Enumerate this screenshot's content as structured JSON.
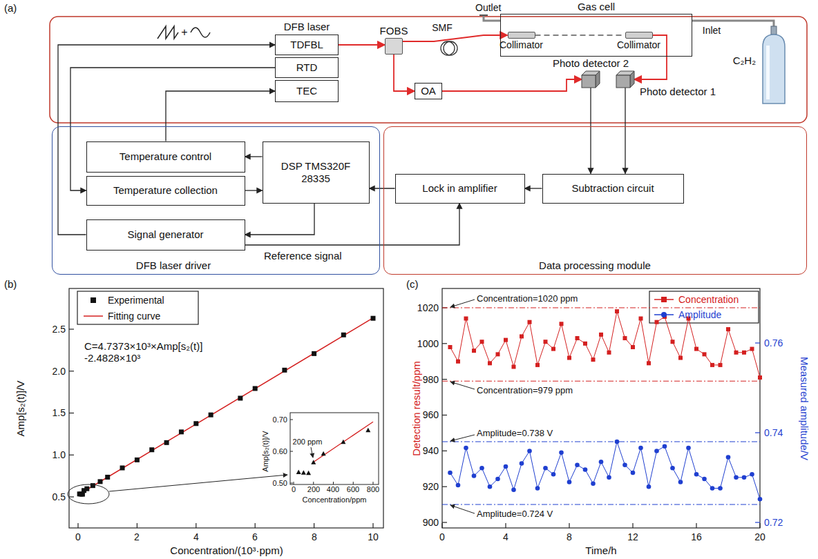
{
  "diagram": {
    "nodes": [
      {
        "text": [
          "DFB laser"
        ]
      },
      {
        "text": [
          "TDFBL"
        ],
        "in": 0
      },
      {
        "text": [
          "RTD"
        ],
        "in": 0
      },
      {
        "text": [
          "TEC"
        ],
        "in": 0
      },
      {
        "text": [
          "FOBS"
        ]
      },
      {
        "text": [
          "OA"
        ]
      },
      {
        "text": [
          "Gas cell"
        ]
      },
      {
        "text": [
          "Collimator"
        ],
        "in": 6
      },
      {
        "text": [
          "Collimator"
        ],
        "in": 6
      },
      {
        "text": [
          "C₂H₂"
        ]
      },
      {
        "text": [
          "Photo detector 2"
        ]
      },
      {
        "text": [
          "Photo detector 1"
        ]
      },
      {
        "text": [
          "DFB laser driver"
        ]
      },
      {
        "text": [
          "Temperature control"
        ],
        "in": 12
      },
      {
        "text": [
          "Temperature collection"
        ],
        "in": 12
      },
      {
        "text": [
          "Signal generator"
        ],
        "in": 12
      },
      {
        "text": [
          "DSP TMS320F 28335"
        ],
        "in": 12
      },
      {
        "text": [
          "Data processing module"
        ]
      },
      {
        "text": [
          "Lock in amplifier"
        ],
        "in": 17
      },
      {
        "text": [
          "Subtraction circuit"
        ],
        "in": 17
      }
    ],
    "edges": [
      {
        "from": 15,
        "to": 1,
        "arrow": "to"
      },
      {
        "from": 2,
        "to": 14,
        "arrow": "to"
      },
      {
        "from": 13,
        "to": 3,
        "arrow": "to"
      },
      {
        "from": 16,
        "to": 13,
        "arrow": "to"
      },
      {
        "from": 14,
        "to": 16,
        "arrow": "to"
      },
      {
        "from": 16,
        "to": 15,
        "arrow": "to"
      },
      {
        "from": 15,
        "to": 18,
        "label": "Reference signal",
        "arrow": "to"
      },
      {
        "from": 18,
        "to": 16,
        "arrow": "to"
      },
      {
        "from": 19,
        "to": 18,
        "arrow": "to"
      },
      {
        "from": 10,
        "to": 19,
        "arrow": "to"
      },
      {
        "from": 11,
        "to": 19,
        "arrow": "to"
      },
      {
        "from": 1,
        "to": 4,
        "arrow": "to"
      },
      {
        "from": 4,
        "to": 7,
        "arrow": "to"
      },
      {
        "from": 4,
        "to": 5,
        "arrow": "to"
      },
      {
        "from": 5,
        "to": 10,
        "arrow": "to"
      },
      {
        "from": 8,
        "to": 11,
        "arrow": "to"
      },
      {
        "from": 7,
        "to": 8,
        "arrow": "none"
      },
      {
        "from": 9,
        "to": 6,
        "arrow": "none"
      }
    ],
    "labels": [
      "(a)",
      "+",
      "SMF",
      "Outlet",
      "Inlet",
      "(b)",
      "C=4.7373×10³×Amp[s₂(t)] -2.4828×10³",
      "0.5",
      "1.0",
      "1.5",
      "2.0",
      "2.5",
      "0",
      "2",
      "4",
      "6",
      "8",
      "10",
      "Concentration/(10³·ppm)",
      "Amp[s₂(t)]/V",
      "0.70",
      "0.60",
      "0.50",
      "0",
      "200",
      "400",
      "600",
      "800",
      "Concentration/ppm",
      "Amp[s₂(t)]/V",
      "200 ppm",
      "(c)",
      "900",
      "920",
      "940",
      "960",
      "980",
      "1000",
      "1020",
      "0.72",
      "0.74",
      "0.76",
      "0",
      "4",
      "8",
      "12",
      "16",
      "20",
      "Time/h",
      "Detection result/ppm",
      "Measured amplitude/V",
      "Concentration=1020 ppm",
      "Concentration=979 ppm",
      "Amplitude=0.738 V",
      "Amplitude=0.724 V"
    ],
    "legend": [
      {
        "text": "Experimental"
      },
      {
        "text": "Fitting curve"
      },
      {
        "text": "Concentration"
      },
      {
        "text": "Amplitude"
      }
    ]
  }
}
